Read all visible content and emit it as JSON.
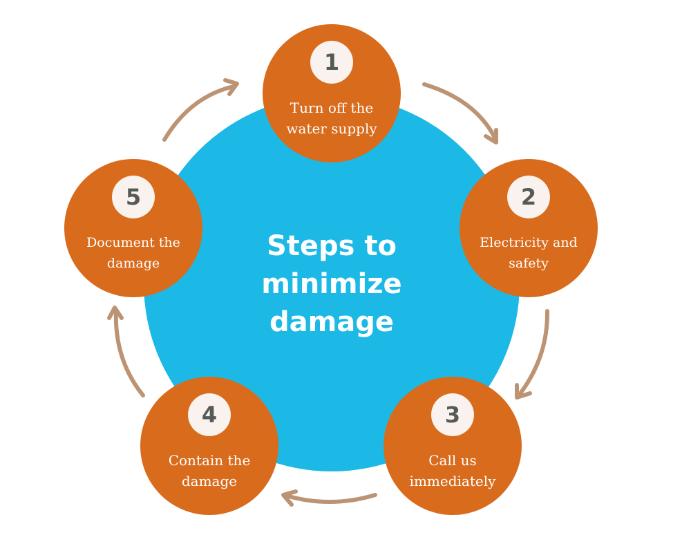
{
  "diagram": {
    "title_lines": [
      "Steps to",
      "minimize",
      "damage"
    ],
    "colors": {
      "center_circle": "#1cb9e6",
      "step_circle": "#d96b1c",
      "badge": "#faf2ee",
      "badge_text": "#555a55",
      "arrow": "#bd9473",
      "text": "#ffffff"
    },
    "steps": [
      {
        "number": "1",
        "label_lines": [
          "Turn off the",
          "water supply"
        ]
      },
      {
        "number": "2",
        "label_lines": [
          "Electricity and",
          "safety"
        ]
      },
      {
        "number": "3",
        "label_lines": [
          "Call us",
          "immediately"
        ]
      },
      {
        "number": "4",
        "label_lines": [
          "Contain the",
          "damage"
        ]
      },
      {
        "number": "5",
        "label_lines": [
          "Document the",
          "damage"
        ]
      }
    ],
    "flow": "clockwise cycle 1 → 2 → 3 → 4 → 5 → 1"
  }
}
